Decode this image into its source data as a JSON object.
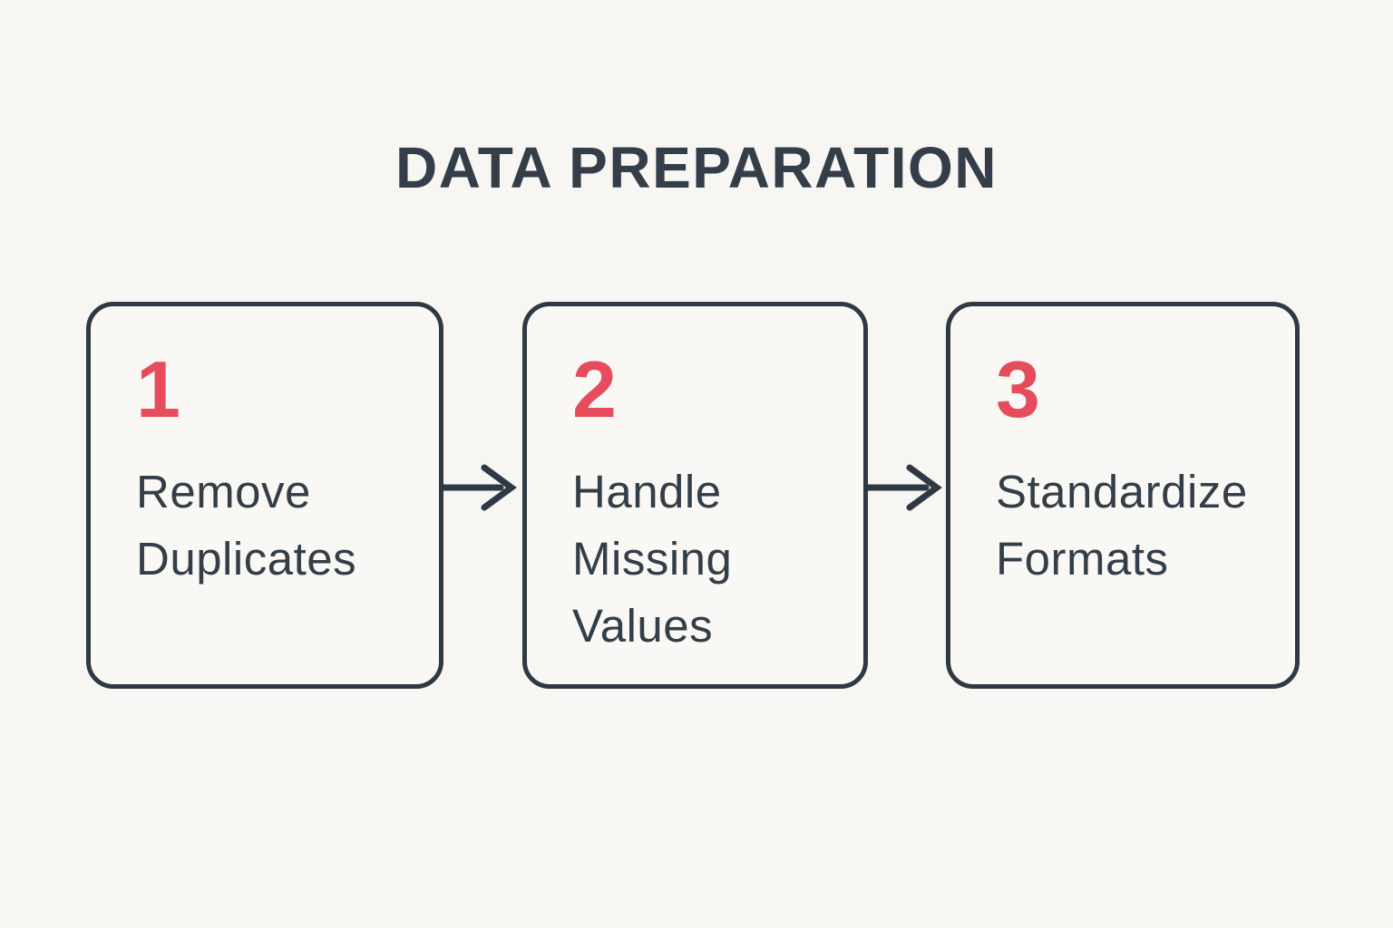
{
  "title": "DATA PREPARATION",
  "colors": {
    "background": "#f7f6f3",
    "ink": "#333e49",
    "box_border": "#2e3944",
    "accent_red": "#e74c5c",
    "box_fill": "#f9f8f5"
  },
  "steps": [
    {
      "number": "1",
      "label": "Remove Duplicates",
      "lines": [
        "Remove",
        "Duplicates"
      ]
    },
    {
      "number": "2",
      "label": "Handle Missing Values",
      "lines": [
        "Handle",
        "Missing",
        "Values"
      ]
    },
    {
      "number": "3",
      "label": "Standardize Formats",
      "lines": [
        "Standardize",
        "Formats"
      ]
    }
  ],
  "connectors": [
    {
      "type": "arrow-right",
      "from": "Remove Duplicates",
      "to": "Handle Missing Values"
    },
    {
      "type": "arrow-right",
      "from": "Handle Missing Values",
      "to": "Standardize Formats"
    }
  ]
}
